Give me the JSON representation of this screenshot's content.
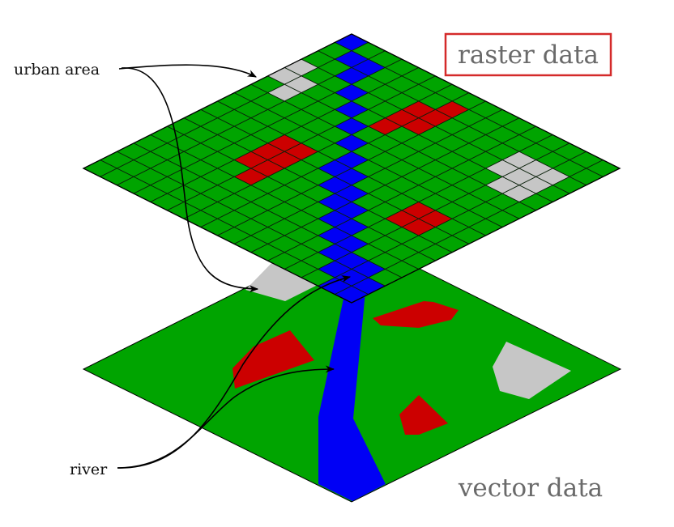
{
  "labels": {
    "urban_area": "urban area",
    "river": "river",
    "raster_title": "raster data",
    "vector_title": "vector data"
  },
  "colors": {
    "land": "#00a400",
    "water": "#0000f5",
    "built": "#cc0000",
    "urban": "#c6c6c6",
    "title_box": "#d42a2a"
  }
}
